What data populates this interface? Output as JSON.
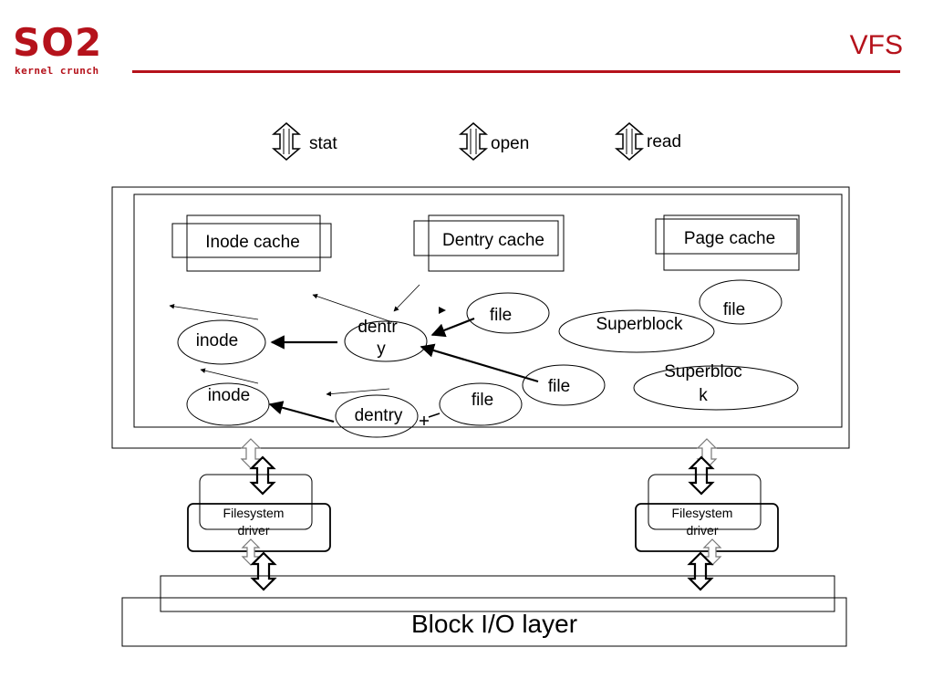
{
  "logo": {
    "mark": "SO2",
    "subtitle": "kernel crunch"
  },
  "title": "VFS",
  "syscalls": {
    "stat": "stat",
    "open": "open",
    "read": "read"
  },
  "caches": {
    "inode": "Inode cache",
    "dentry": "Dentry cache",
    "page": "Page cache"
  },
  "nodes": {
    "inode_top": "inode",
    "inode_bottom": "inode",
    "dentry_top_line1": "dentr",
    "dentry_top_line2": "y",
    "dentry_bottom": "dentry",
    "file_1": "file",
    "file_2": "file",
    "file_3": "file",
    "file_4": "file",
    "superblock_1": "Superblock",
    "superblock_2_line1": "Superbloc",
    "superblock_2_line2": "k"
  },
  "drivers": {
    "left_line1": "Filesystem",
    "left_line2": "driver",
    "right_line1": "Filesystem",
    "right_line2": "driver"
  },
  "block_layer": "Block I/O layer",
  "colors": {
    "accent": "#b5121b"
  }
}
